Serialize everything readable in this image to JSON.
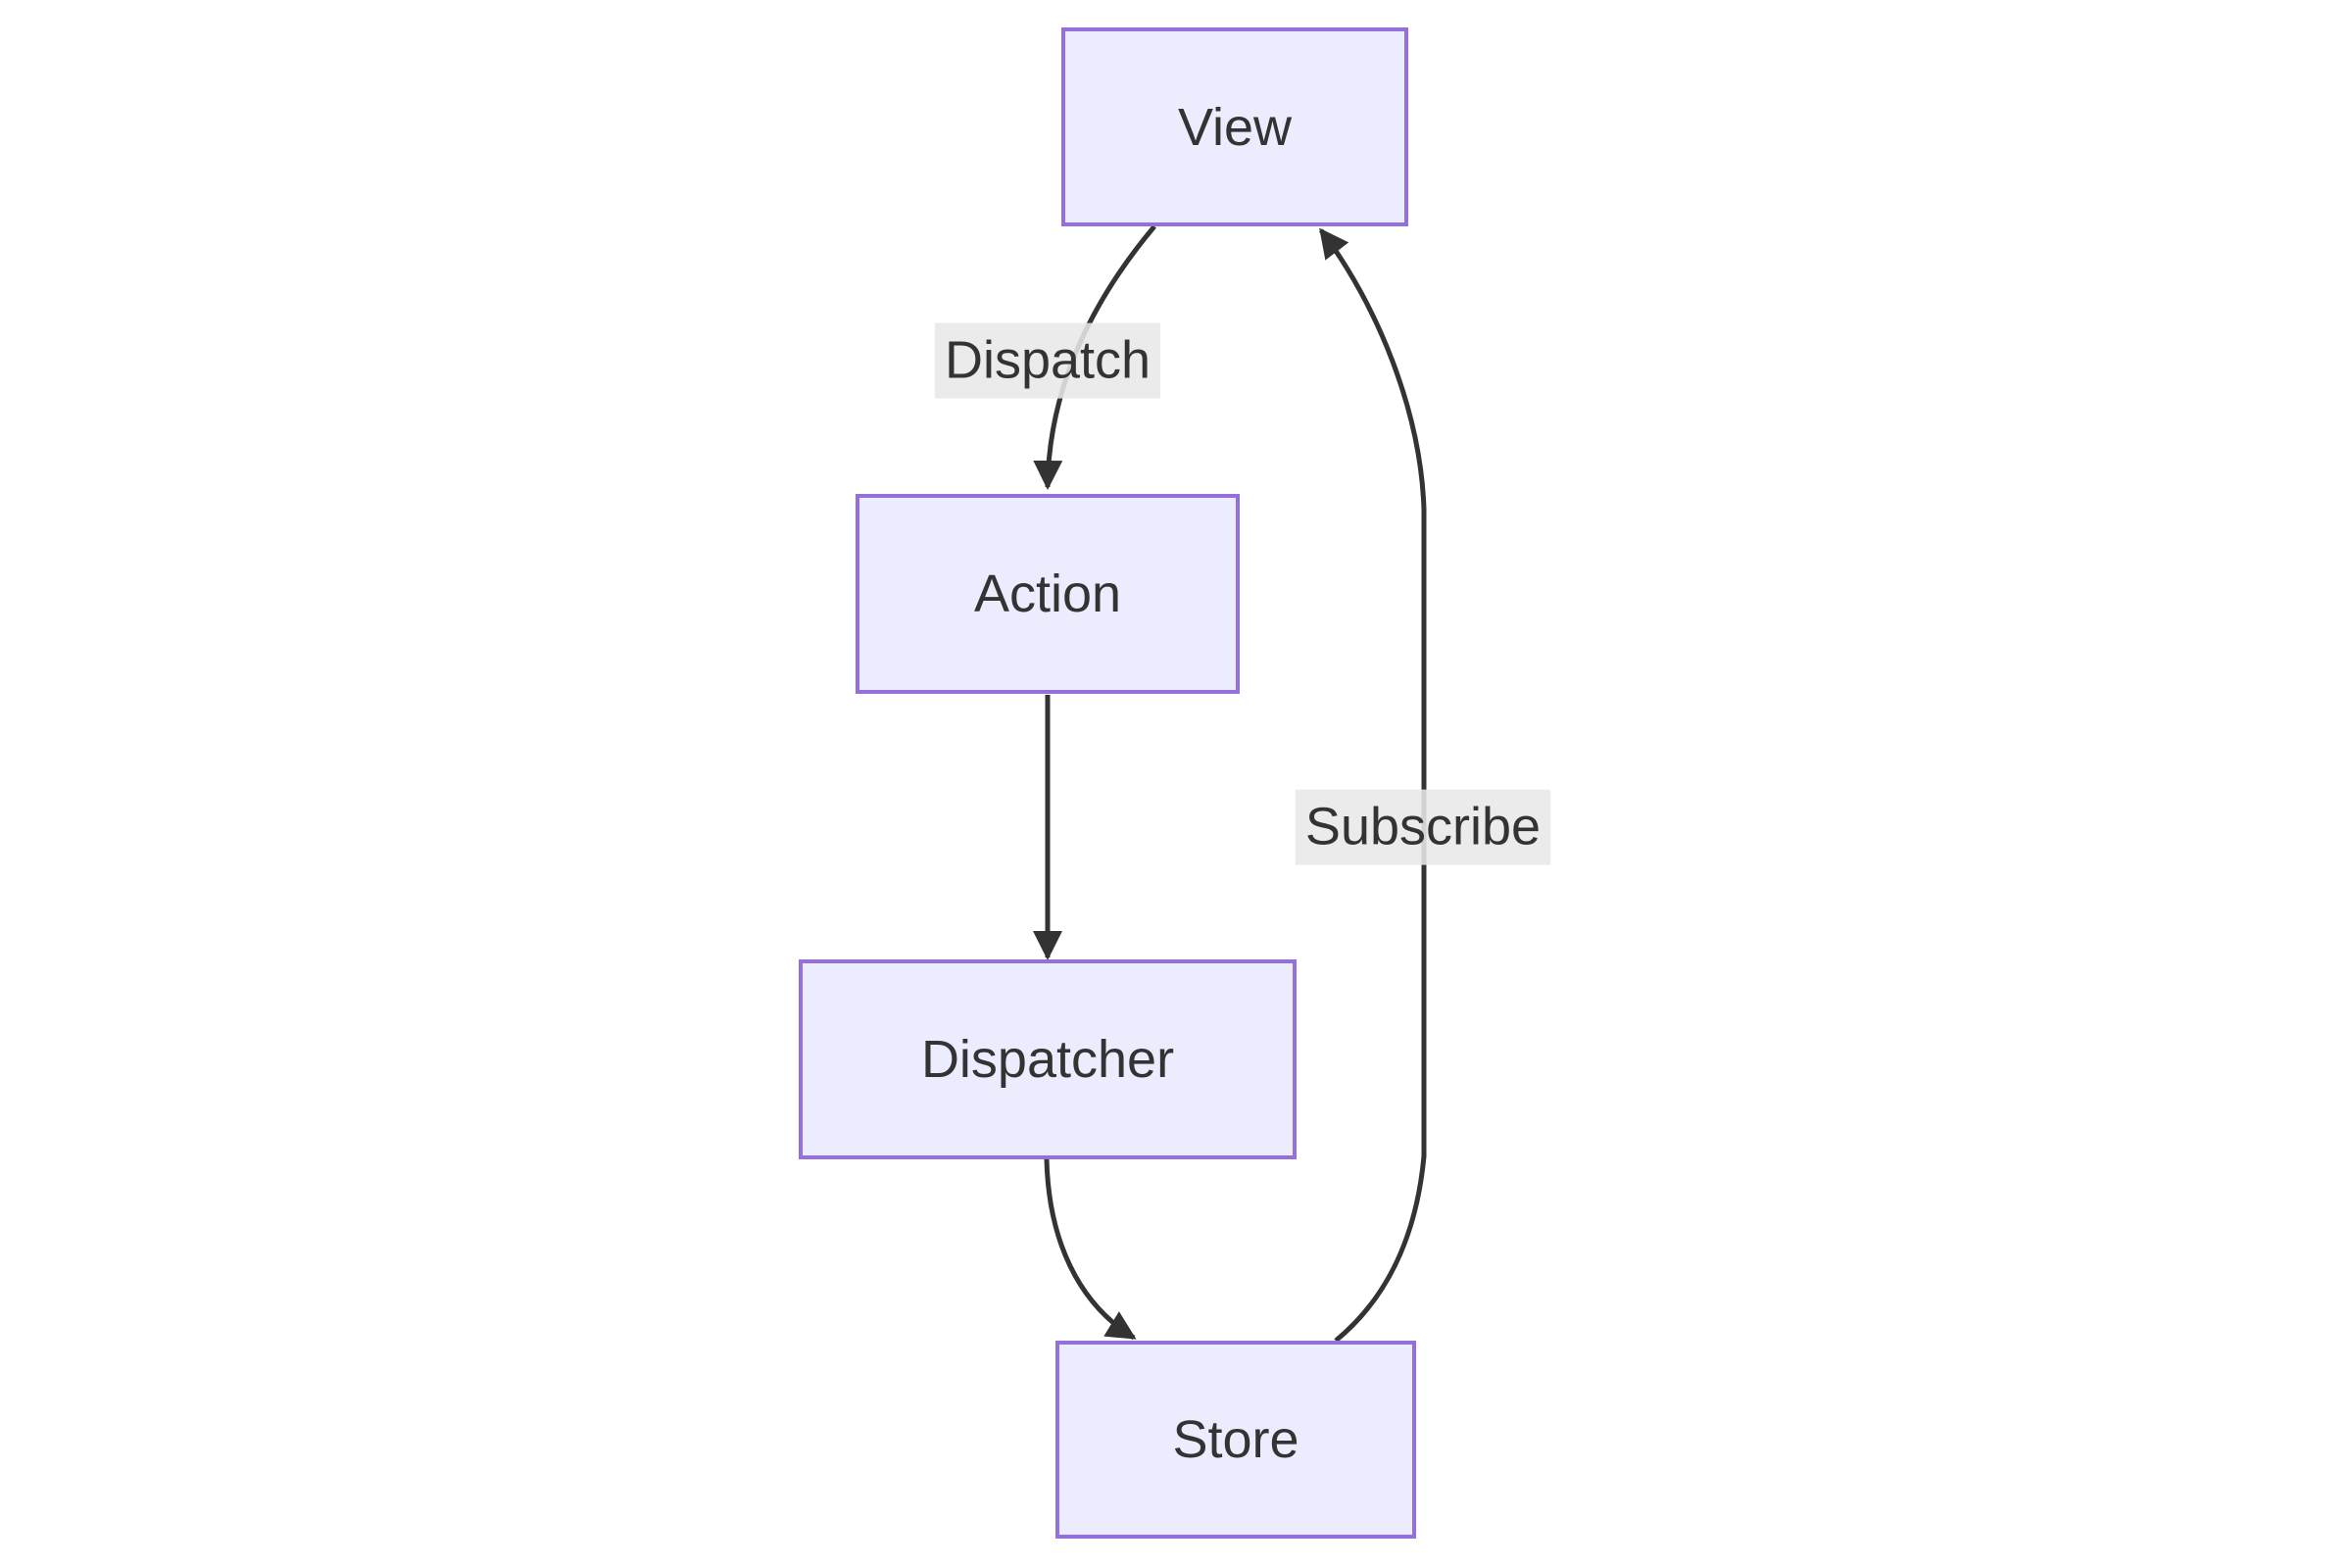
{
  "diagram": {
    "type": "flowchart",
    "direction": "top-to-bottom",
    "nodes": [
      {
        "id": "view",
        "label": "View"
      },
      {
        "id": "action",
        "label": "Action"
      },
      {
        "id": "dispatcher",
        "label": "Dispatcher"
      },
      {
        "id": "store",
        "label": "Store"
      }
    ],
    "edges": [
      {
        "from": "view",
        "to": "action",
        "label": "Dispatch"
      },
      {
        "from": "action",
        "to": "dispatcher",
        "label": ""
      },
      {
        "from": "dispatcher",
        "to": "store",
        "label": ""
      },
      {
        "from": "store",
        "to": "view",
        "label": "Subscribe"
      }
    ],
    "colors": {
      "node_fill": "#ECECFF",
      "node_border": "#9370DB",
      "edge_stroke": "#333333",
      "edge_label_background": "#E8E8E8",
      "text": "#333333",
      "page_background": "#FFFFFF"
    }
  }
}
